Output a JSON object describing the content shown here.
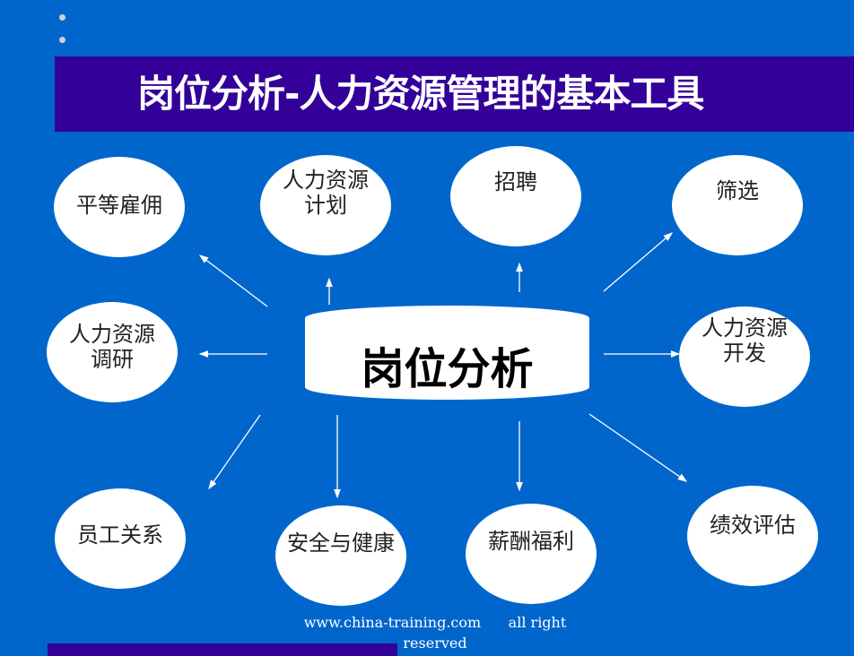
{
  "title": "岗位分析-人力资源管理的基本工具",
  "center": "岗位分析",
  "nodes": [
    {
      "id": "equal-employment",
      "label": "平等雇佣"
    },
    {
      "id": "hr-planning",
      "label": "人力资源\n计划"
    },
    {
      "id": "recruitment",
      "label": "招聘"
    },
    {
      "id": "screening",
      "label": "筛选"
    },
    {
      "id": "hr-research",
      "label": "人力资源\n调研"
    },
    {
      "id": "hr-development",
      "label": "人力资源\n开发"
    },
    {
      "id": "employee-relations",
      "label": "员工关系"
    },
    {
      "id": "safety-health",
      "label": "安全与健康"
    },
    {
      "id": "compensation",
      "label": "薪酬福利"
    },
    {
      "id": "performance",
      "label": "绩效评估"
    }
  ],
  "footer": {
    "line1": "www.china-training.com      all right",
    "line2": "reserved"
  },
  "colors": {
    "background": "#0066CC",
    "title_bar": "#330099",
    "node": "#FFFFFF"
  }
}
